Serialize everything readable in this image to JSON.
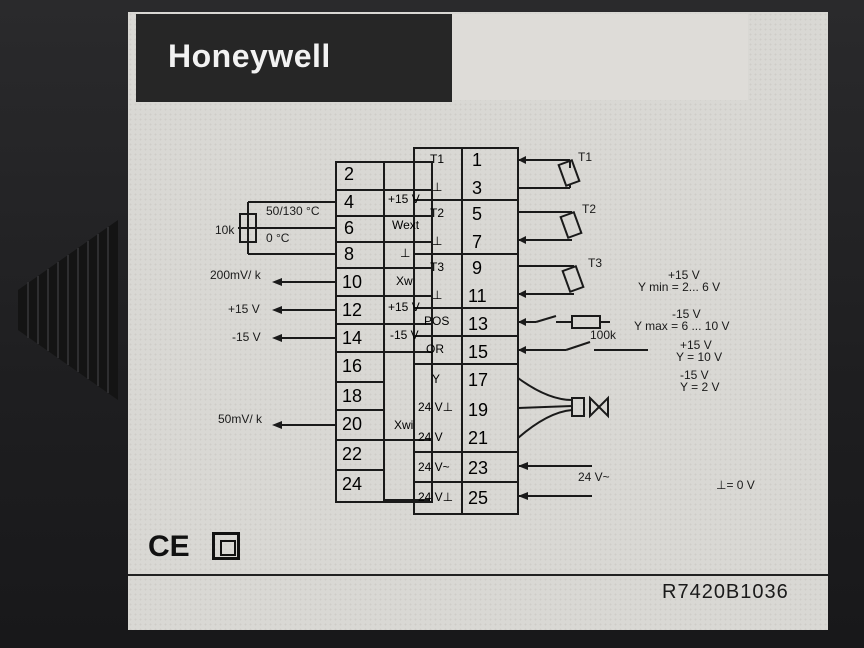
{
  "brand": "Honeywell",
  "model_number": "R7420B1036",
  "marks": {
    "ce": "CE"
  },
  "left_terminals": [
    "2",
    "4",
    "6",
    "8",
    "10",
    "12",
    "14",
    "16",
    "18",
    "20",
    "22",
    "24"
  ],
  "left_inner_labels": {
    "4": "+15 V",
    "6": "Wext",
    "8": "⊥",
    "10": "Xw",
    "12": "+15 V",
    "14": "-15 V",
    "20": "Xwi"
  },
  "right_terminals": [
    "1",
    "3",
    "5",
    "7",
    "9",
    "11",
    "13",
    "15",
    "17",
    "19",
    "21",
    "23",
    "25"
  ],
  "right_inner_labels": {
    "1": "T1",
    "3": "⊥",
    "5": "T2",
    "7": "⊥",
    "9": "T3",
    "11": "⊥",
    "13": "POS",
    "15": "OR",
    "17": "Y",
    "19": "24 V⊥",
    "21": "24 V",
    "23": "24 V~",
    "25": "24 V⊥"
  },
  "external_labels": {
    "range": "50/130 °C",
    "zero": "0 °C",
    "pot": "10k",
    "out10": "200mV/ k",
    "out12": "+15 V",
    "out14": "-15 V",
    "out20": "50mV/ k",
    "t1": "T1",
    "t2": "T2",
    "t3": "T3",
    "pos_plus": "+15 V",
    "pos_ymin": "Y min = 2... 6 V",
    "pos_minus": "-15 V",
    "pos_ymax": "Y max = 6 ... 10 V",
    "pot100k": "100k",
    "or_plus": "+15 V",
    "or_y10": "Y = 10 V",
    "or_minus": "-15 V",
    "or_y2": "Y = 2 V",
    "supply": "24 V~",
    "ground": "= 0 V"
  }
}
